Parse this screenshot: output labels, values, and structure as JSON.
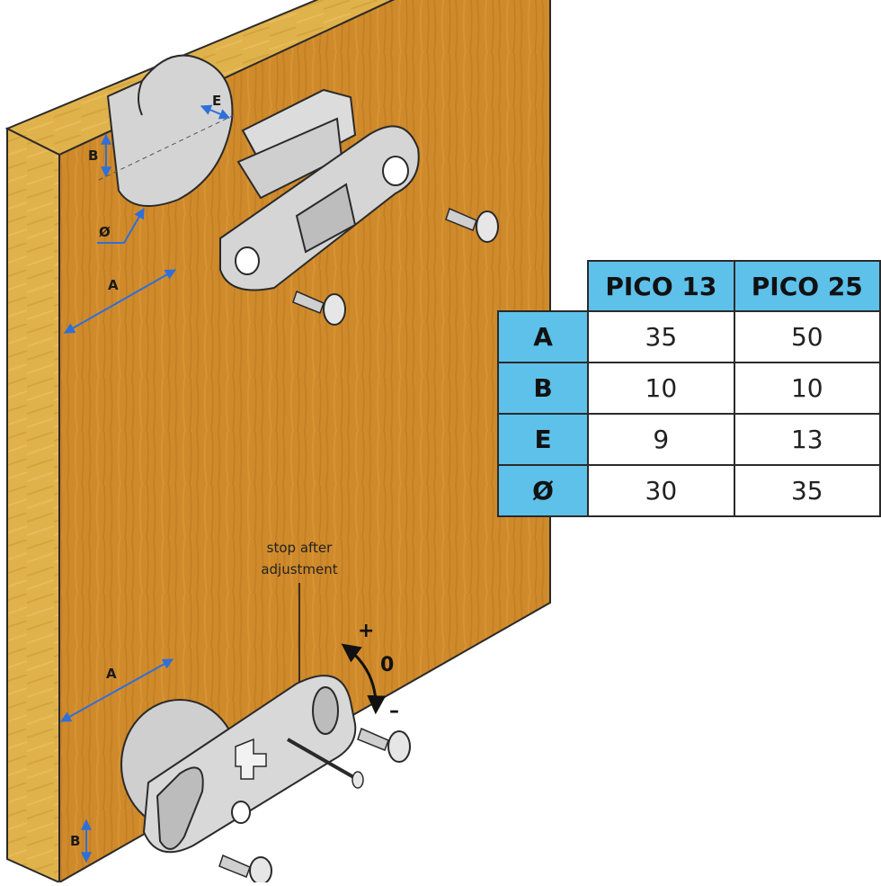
{
  "dimension_labels": {
    "E": "E",
    "B_top": "B",
    "phi": "Ø",
    "A_top": "A",
    "A_bottom": "A",
    "B_bottom": "B"
  },
  "annotation": {
    "line1": "stop after",
    "line2": "adjustment"
  },
  "adjustment": {
    "plus": "+",
    "zero": "0",
    "minus": "–"
  },
  "table": {
    "columns": [
      "PICO 13",
      "PICO 25"
    ],
    "rows": [
      {
        "label": "A",
        "values": [
          "35",
          "50"
        ]
      },
      {
        "label": "B",
        "values": [
          "10",
          "10"
        ]
      },
      {
        "label": "E",
        "values": [
          "9",
          "13"
        ]
      },
      {
        "label": "Ø",
        "values": [
          "30",
          "35"
        ]
      }
    ]
  },
  "colors": {
    "wood_face": "#d08a2a",
    "wood_edge": "#dfb24a",
    "header_blue": "#5dc1ea",
    "dimension_blue": "#2f6fd8",
    "hardware_gray": "#cfcfcf"
  }
}
